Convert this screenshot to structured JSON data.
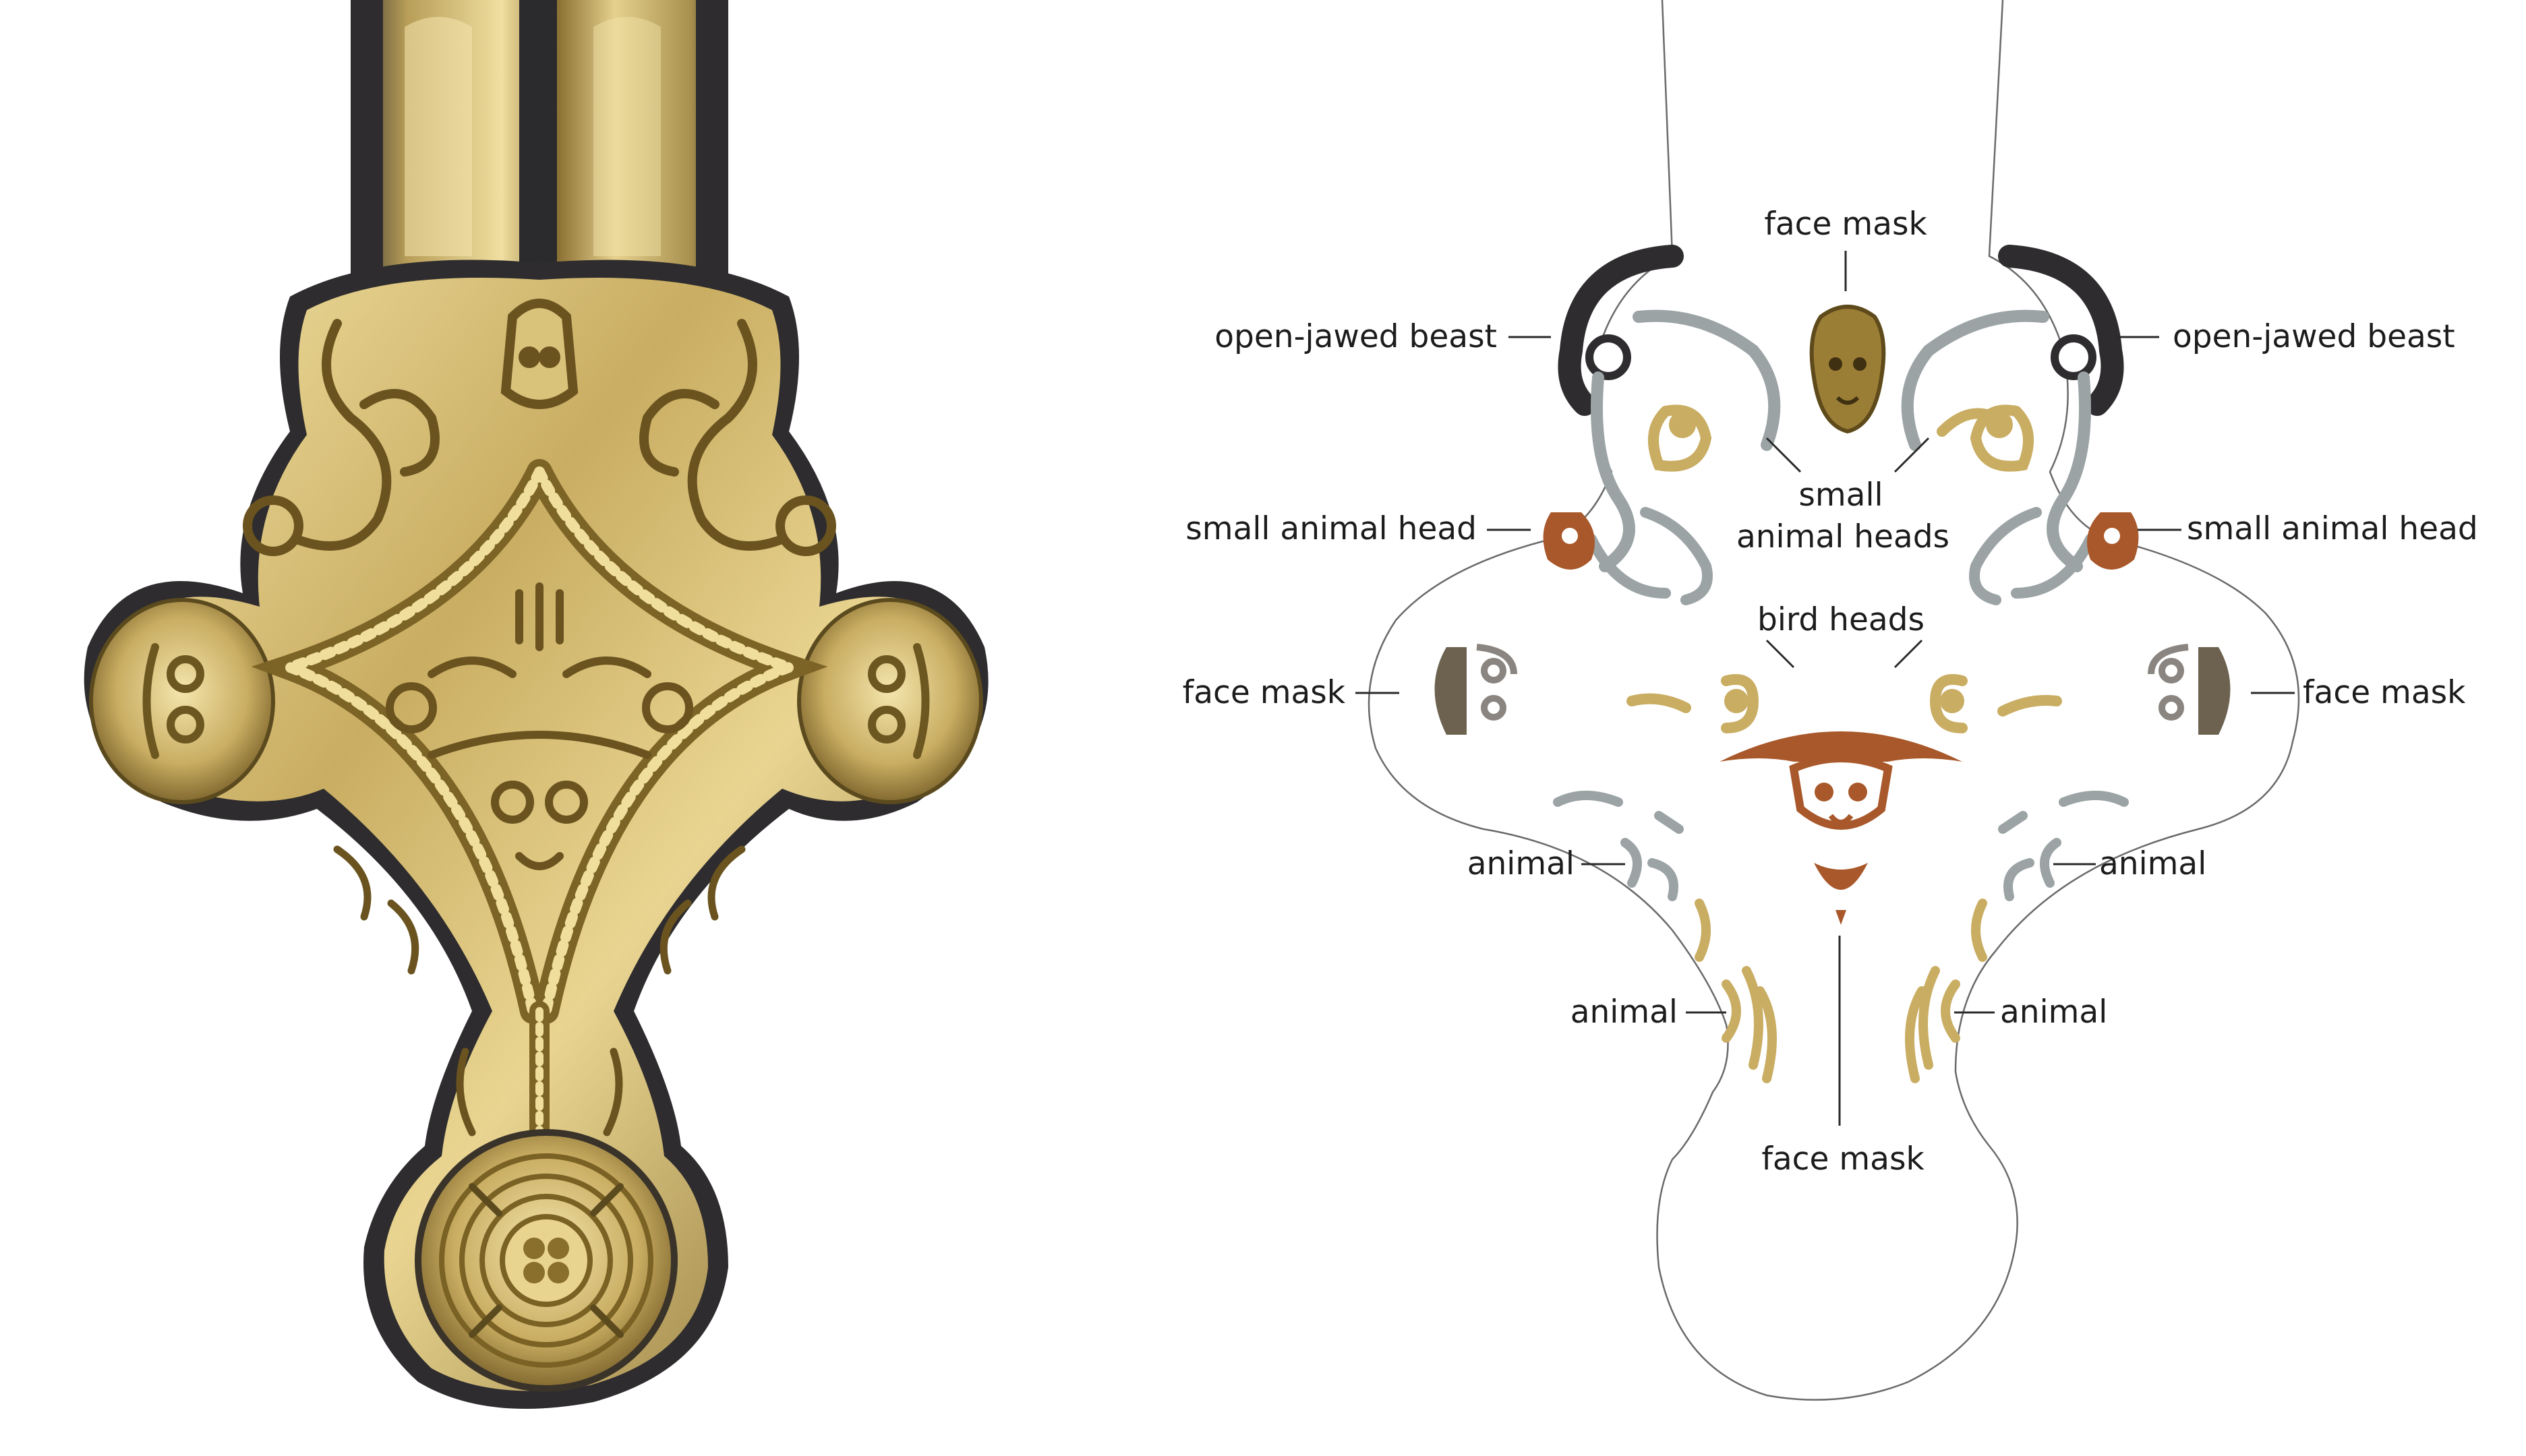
{
  "labels": {
    "face_mask_top": "face mask",
    "open_jawed_beast_left": "open-jawed beast",
    "open_jawed_beast_right": "open-jawed beast",
    "small_animal_heads_line1": "small",
    "small_animal_heads_line2": "animal heads",
    "small_animal_head_left": "small animal head",
    "small_animal_head_right": "small animal head",
    "bird_heads": "bird heads",
    "face_mask_left": "face mask",
    "face_mask_right": "face mask",
    "animal_upper_left": "animal",
    "animal_upper_right": "animal",
    "animal_lower_left": "animal",
    "animal_lower_right": "animal",
    "face_mask_bottom": "face mask"
  },
  "colors": {
    "gold": "#c9ad62",
    "gold_dark": "#8a6f2c",
    "silver": "#9ba3a5",
    "niello": "#2e2c2e",
    "copper": "#a8582a",
    "outline": "#555555"
  }
}
